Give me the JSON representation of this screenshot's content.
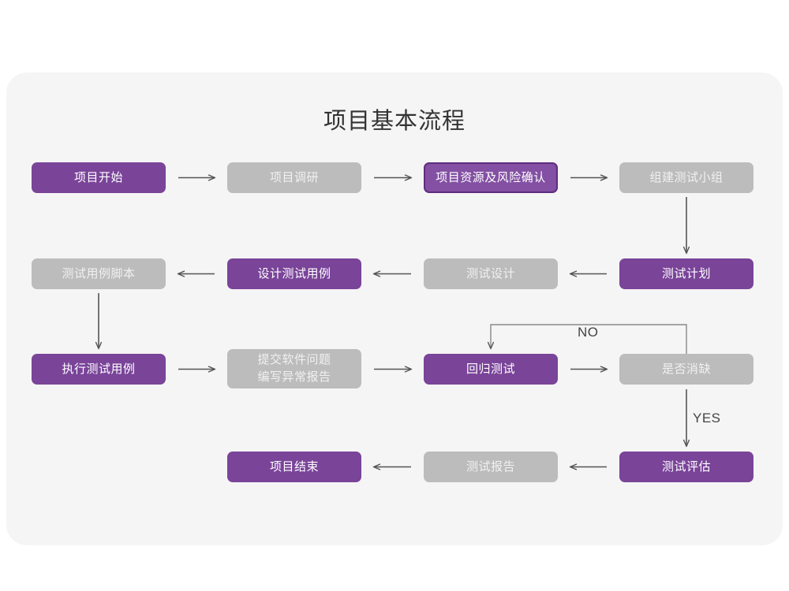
{
  "diagram": {
    "title": "项目基本流程",
    "colors": {
      "panel_bg": "#f5f5f5",
      "page_bg": "#ffffff",
      "purple": "#7a4499",
      "purple_bordered_fill": "#8350a3",
      "purple_border": "#5f2d80",
      "gray": "#bcbcbc",
      "gray_text": "#f1f1f1",
      "arrow": "#555555",
      "title_text": "#333333"
    },
    "nodes": [
      {
        "id": "n1",
        "label": "项目开始",
        "style": "purple",
        "row": 1
      },
      {
        "id": "n2",
        "label": "项目调研",
        "style": "gray",
        "row": 1
      },
      {
        "id": "n3",
        "label": "项目资源及风险确认",
        "style": "purple-bordered",
        "row": 1
      },
      {
        "id": "n4",
        "label": "组建测试小组",
        "style": "gray",
        "row": 1
      },
      {
        "id": "n5",
        "label": "测试用例脚本",
        "style": "gray",
        "row": 2
      },
      {
        "id": "n6",
        "label": "设计测试用例",
        "style": "purple",
        "row": 2
      },
      {
        "id": "n7",
        "label": "测试设计",
        "style": "gray",
        "row": 2
      },
      {
        "id": "n8",
        "label": "测试计划",
        "style": "purple",
        "row": 2
      },
      {
        "id": "n9",
        "label": "执行测试用例",
        "style": "purple",
        "row": 3
      },
      {
        "id": "n10",
        "label": "提交软件问题",
        "label2": "编写异常报告",
        "style": "gray",
        "row": 3
      },
      {
        "id": "n11",
        "label": "回归测试",
        "style": "purple",
        "row": 3
      },
      {
        "id": "n12",
        "label": "是否消缺",
        "style": "gray",
        "row": 3
      },
      {
        "id": "n13",
        "label": "项目结束",
        "style": "purple",
        "row": 4
      },
      {
        "id": "n14",
        "label": "测试报告",
        "style": "gray",
        "row": 4
      },
      {
        "id": "n15",
        "label": "测试评估",
        "style": "purple",
        "row": 4
      }
    ],
    "edge_labels": {
      "no": "NO",
      "yes": "YES"
    }
  }
}
